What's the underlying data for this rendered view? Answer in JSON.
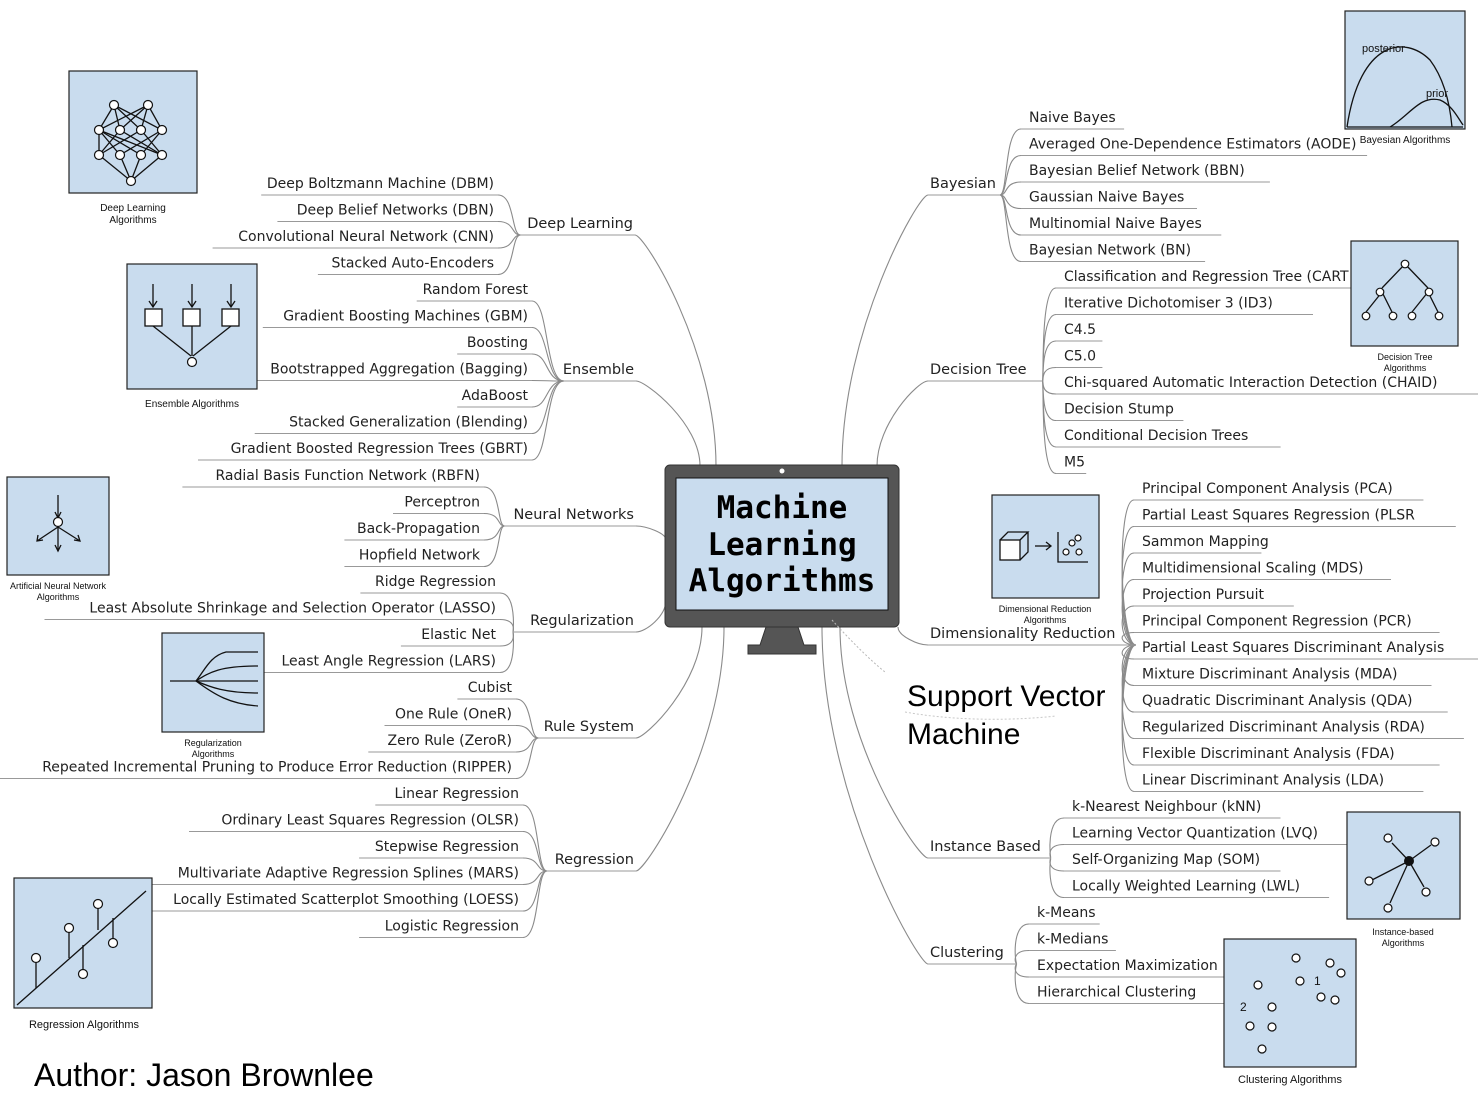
{
  "title_lines": [
    "Machine",
    "Learning",
    "Algorithms"
  ],
  "author": "Author: Jason Brownlee",
  "svm_label_lines": [
    "Support Vector",
    "Machine"
  ],
  "left_categories": [
    {
      "name": "Deep Learning",
      "items": [
        "Deep Boltzmann Machine (DBM)",
        "Deep Belief Networks (DBN)",
        "Convolutional Neural Network (CNN)",
        "Stacked Auto-Encoders"
      ]
    },
    {
      "name": "Ensemble",
      "items": [
        "Random Forest",
        "Gradient Boosting Machines (GBM)",
        "Boosting",
        "Bootstrapped Aggregation (Bagging)",
        "AdaBoost",
        "Stacked Generalization (Blending)",
        "Gradient Boosted Regression Trees (GBRT)"
      ]
    },
    {
      "name": "Neural Networks",
      "items": [
        "Radial Basis Function Network (RBFN)",
        "Perceptron",
        "Back-Propagation",
        "Hopfield Network"
      ]
    },
    {
      "name": "Regularization",
      "items": [
        "Ridge Regression",
        "Least Absolute Shrinkage and Selection Operator (LASSO)",
        "Elastic Net",
        "Least Angle Regression (LARS)"
      ]
    },
    {
      "name": "Rule System",
      "items": [
        "Cubist",
        "One Rule (OneR)",
        "Zero Rule (ZeroR)",
        "Repeated Incremental Pruning to Produce Error Reduction (RIPPER)"
      ]
    },
    {
      "name": "Regression",
      "items": [
        "Linear Regression",
        "Ordinary Least Squares Regression (OLSR)",
        "Stepwise Regression",
        "Multivariate Adaptive Regression Splines (MARS)",
        "Locally Estimated Scatterplot Smoothing (LOESS)",
        "Logistic Regression"
      ]
    }
  ],
  "right_categories": [
    {
      "name": "Bayesian",
      "items": [
        "Naive Bayes",
        "Averaged One-Dependence Estimators (AODE)",
        "Bayesian Belief Network (BBN)",
        "Gaussian Naive Bayes",
        "Multinomial Naive Bayes",
        "Bayesian Network (BN)"
      ]
    },
    {
      "name": "Decision Tree",
      "items": [
        "Classification and Regression Tree (CART",
        "Iterative Dichotomiser 3 (ID3)",
        "C4.5",
        "C5.0",
        "Chi-squared Automatic Interaction Detection (CHAID)",
        "Decision Stump",
        "Conditional Decision Trees",
        "M5"
      ]
    },
    {
      "name": "Dimensionality Reduction",
      "items": [
        "Principal Component Analysis (PCA)",
        "Partial Least Squares Regression (PLSR",
        "Sammon Mapping",
        "Multidimensional Scaling (MDS)",
        "Projection Pursuit",
        "Principal Component Regression (PCR)",
        "Partial Least Squares Discriminant Analysis",
        "Mixture Discriminant Analysis (MDA)",
        "Quadratic Discriminant Analysis (QDA)",
        "Regularized Discriminant Analysis (RDA)",
        "Flexible Discriminant Analysis (FDA)",
        "Linear Discriminant Analysis (LDA)"
      ]
    },
    {
      "name": "Instance Based",
      "items": [
        "k-Nearest Neighbour (kNN)",
        "Learning Vector Quantization (LVQ)",
        "Self-Organizing Map (SOM)",
        "Locally Weighted Learning (LWL)"
      ]
    },
    {
      "name": "Clustering",
      "items": [
        "k-Means",
        "k-Medians",
        "Expectation Maximization",
        "Hierarchical Clustering"
      ]
    }
  ],
  "icons": {
    "deep_learning": [
      "Deep Learning",
      "Algorithms"
    ],
    "ensemble": [
      "Ensemble Algorithms"
    ],
    "neural_network": [
      "Artificial Neural Network",
      "Algorithms"
    ],
    "regularization": [
      "Regularization",
      "Algorithms"
    ],
    "regression": [
      "Regression Algorithms"
    ],
    "bayesian": [
      "Bayesian Algorithms"
    ],
    "bayesian_curve_labels": [
      "posterior",
      "prior"
    ],
    "decision_tree": [
      "Decision Tree",
      "Algorithms"
    ],
    "dimensional_reduction": [
      "Dimensional Reduction",
      "Algorithms"
    ],
    "instance_based": [
      "Instance-based",
      "Algorithms"
    ],
    "clustering": [
      "Clustering Algorithms"
    ],
    "clustering_point_labels": [
      "1",
      "2"
    ]
  }
}
